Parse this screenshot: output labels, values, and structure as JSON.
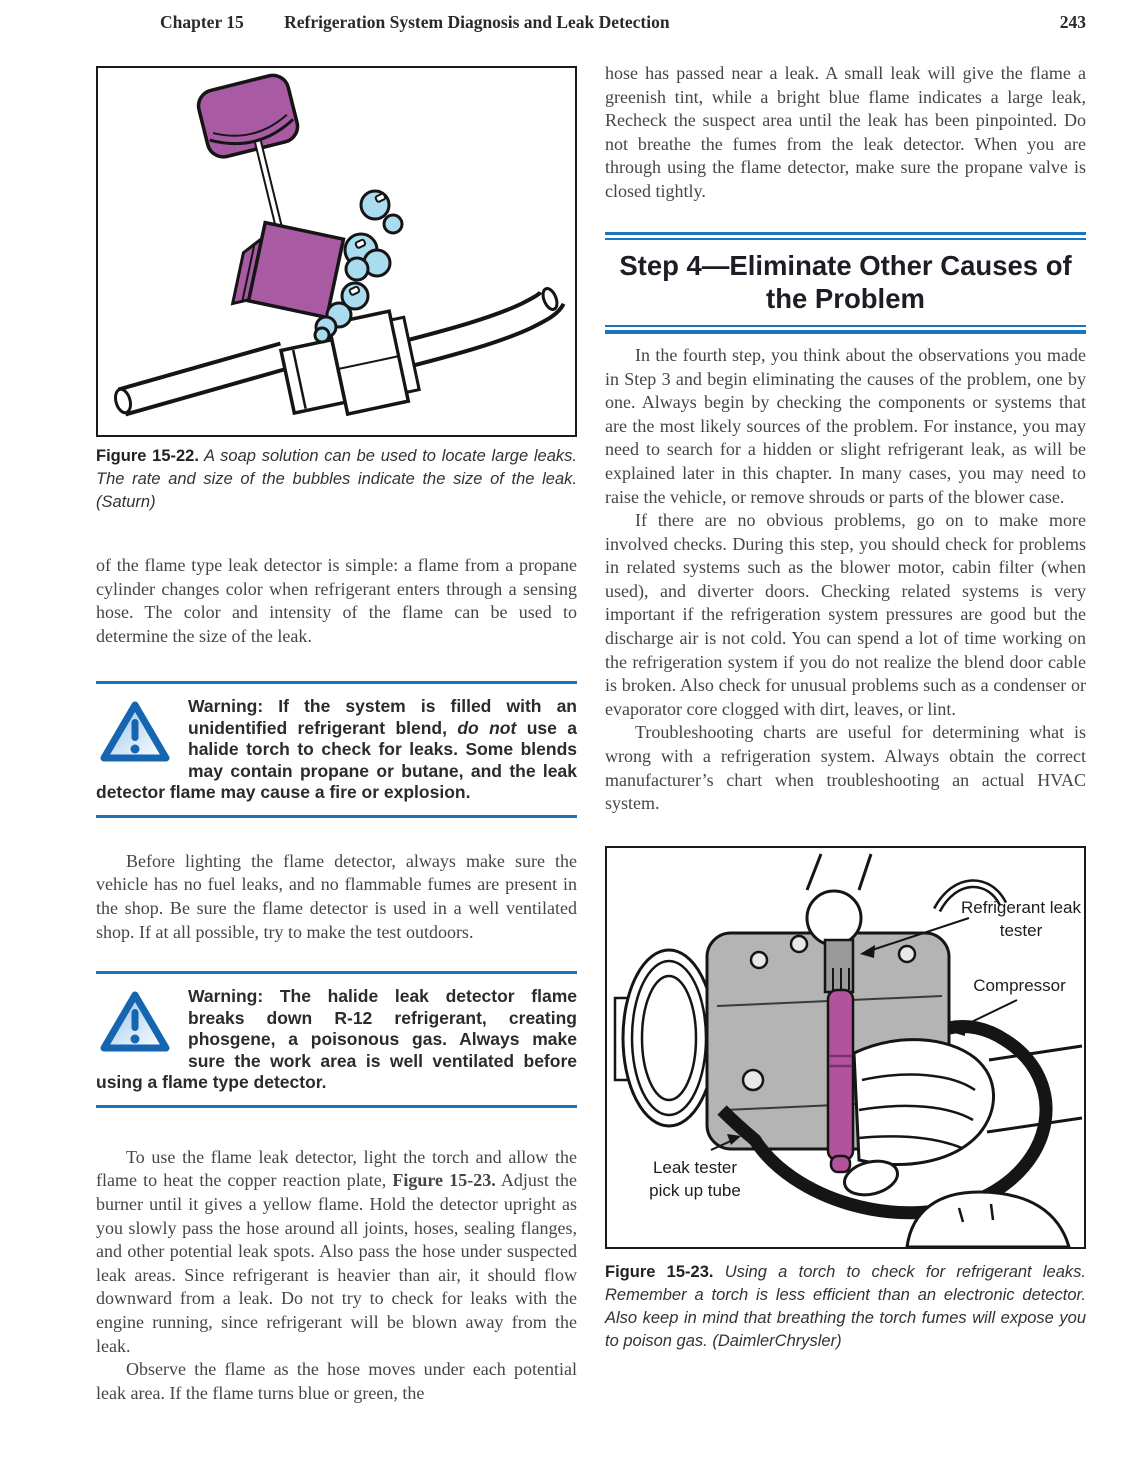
{
  "header": {
    "chapter": "Chapter 15",
    "title": "Refrigeration System Diagnosis and Leak Detection",
    "page_number": "243"
  },
  "left_column": {
    "figure22": {
      "caption_label": "Figure 15-22.",
      "caption_text": " A soap solution can be used to locate large leaks. The rate and size of the bubbles indicate the size of the leak. (Saturn)"
    },
    "para1": "of the flame type leak detector is simple: a flame from a propane cylinder changes color when refrigerant enters through a sensing hose. The color and intensity of the flame can be used to determine the size of the leak.",
    "warning1": {
      "prefix": "Warning: If the system is filled with an unidentified refrigerant blend, ",
      "italic": "do not",
      "suffix": " use a halide torch to check for leaks. Some blends may contain propane or butane, and the leak detector flame may cause a fire or explosion."
    },
    "para2": "Before lighting the flame detector, always make sure the vehicle has no fuel leaks, and no flammable fumes are present in the shop. Be sure the flame detector is used in a well ventilated shop. If at all possible, try to make the test outdoors.",
    "warning2": "Warning: The halide leak detector flame breaks down R-12 refrigerant, creating phosgene, a poisonous gas. Always make sure the work area is well ventilated before using a flame type detector.",
    "para3": {
      "before": "To use the flame leak detector, light the torch and allow the flame to heat the copper reaction plate, ",
      "bold": "Figure 15-23.",
      "after": " Adjust the burner until it gives a yellow flame. Hold the detector upright as you slowly pass the hose around all joints, hoses, sealing flanges, and other potential leak spots. Also pass the hose under suspected leak areas. Since refrigerant is heavier than air, it should flow downward from a leak. Do not try to check for leaks with the engine running, since refrigerant will be blown away from the leak."
    },
    "para4": "Observe the flame as the hose moves under each potential leak area. If the flame turns blue or green, the"
  },
  "right_column": {
    "para0": "hose has passed near a leak. A small leak will give the flame a greenish tint, while a bright blue flame indicates a large leak, Recheck the suspect area until the leak has been pinpointed. Do not breathe the fumes from the leak detector. When you are through using the flame detector, make sure the propane valve is closed tightly.",
    "heading": "Step 4—Eliminate Other Causes of the Problem",
    "para1": "In the fourth step, you think about the observations you made in Step 3 and begin eliminating the causes of the problem, one by one. Always begin by checking the components or systems that are the most likely sources of the problem. For instance, you may need to search for a hidden or slight refrigerant leak, as will be explained later in this chapter. In many cases, you may need to raise the vehicle, or remove shrouds or parts of the blower case.",
    "para2": "If there are no obvious problems, go on to make more involved checks. During this step, you should check for problems in related systems such as the blower motor, cabin filter (when used), and diverter doors. Checking related systems is very important if the refrigeration system pressures are good but the discharge air is not cold. You can spend a lot of time working on the refrigeration system if you do not realize the blend door cable is broken. Also check for unusual problems such as a condenser or evaporator core clogged with dirt, leaves, or lint.",
    "para3": "Troubleshooting charts are useful for determining what is wrong with a refrigeration system. Always obtain the correct manufacturer’s chart when troubleshooting an actual HVAC system.",
    "figure23": {
      "labels": {
        "leak_tester": "Refrigerant leak tester",
        "compressor": "Compressor",
        "pickup_tube": "Leak tester pick up tube"
      },
      "caption_label": "Figure 15-23.",
      "caption_text": " Using a torch to check for refrigerant leaks. Remember a torch is less efficient than an electronic detector. Also keep in mind that breathing the torch fumes will expose you to poison gas. (DaimlerChrysler)"
    }
  },
  "colors": {
    "rule_blue": "#1b75bc",
    "warning_blue": "#1565b0",
    "dauber_purple": "#a85aa3",
    "tester_magenta": "#b3539e",
    "bubble_blue": "#aadcf0",
    "compressor_gray": "#b4b4b4"
  }
}
